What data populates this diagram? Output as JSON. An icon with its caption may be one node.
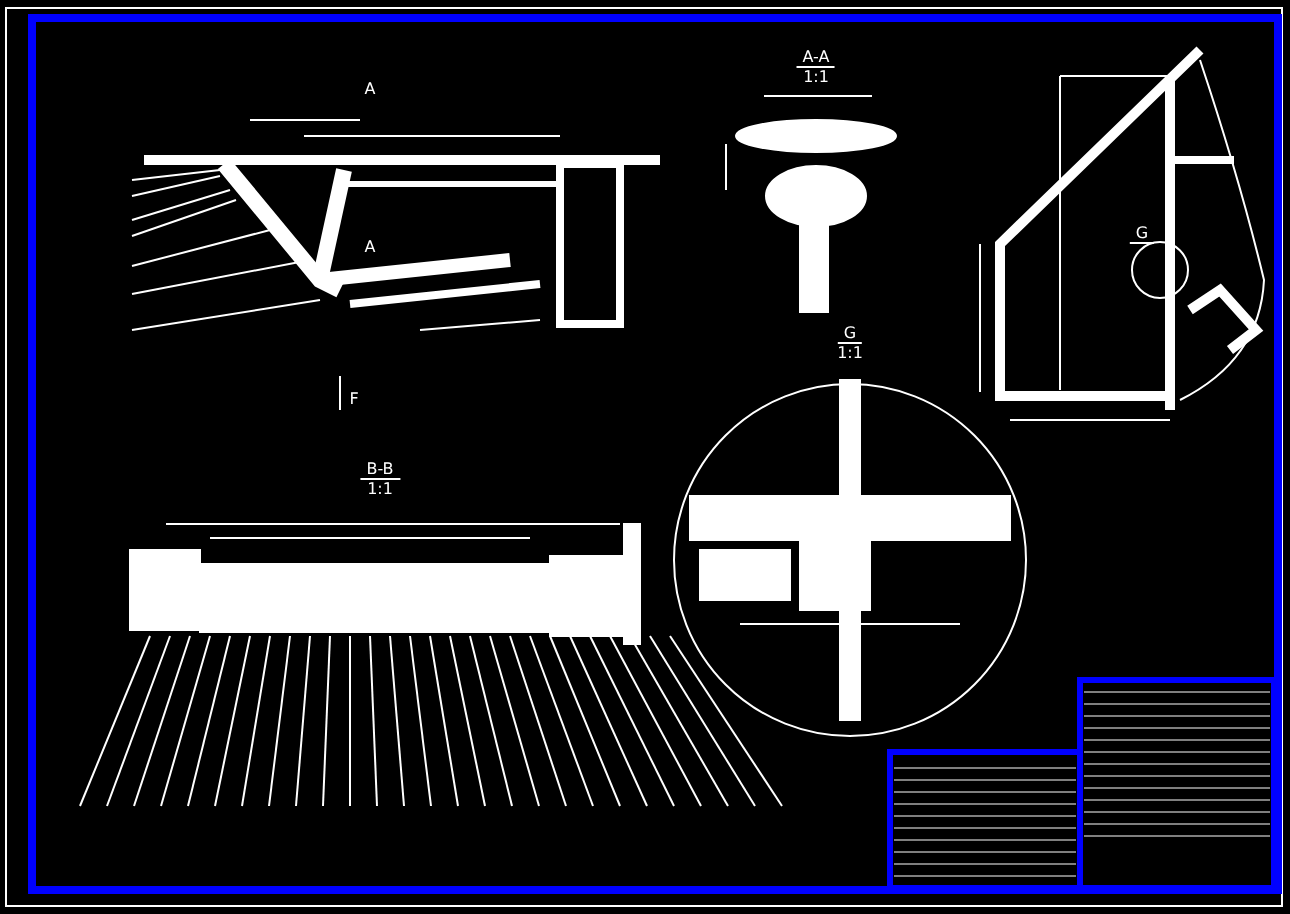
{
  "diagram": {
    "labels": [
      "A",
      "A-A",
      "1:1",
      "A",
      "G",
      "F",
      "G",
      "1:1",
      "B-B",
      "1:1"
    ]
  }
}
